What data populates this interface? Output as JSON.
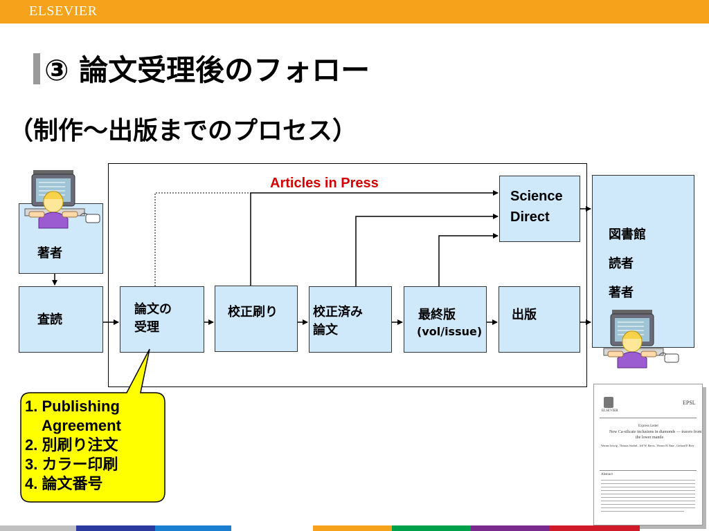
{
  "header": {
    "publisher_logo": "ELSEVIER"
  },
  "title": "③ 論文受理後のフォロー",
  "subtitle": "（制作～出版までのプロセス）",
  "diagram": {
    "author_label": "著者",
    "review_label": "査読",
    "steps": [
      {
        "line1": "論文の",
        "line2": "受理"
      },
      {
        "line1": "校正刷り",
        "line2": ""
      },
      {
        "line1": "校正済み",
        "line2": "論文"
      },
      {
        "line1": "最終版",
        "line2": "(vol/issue)"
      },
      {
        "line1": "出版",
        "line2": ""
      }
    ],
    "articles_in_press": "Articles in Press",
    "science_direct": {
      "line1": "Science",
      "line2": "Direct"
    },
    "audience": [
      "図書館",
      "読者",
      "著者"
    ]
  },
  "callout": {
    "items": [
      {
        "num": "1.",
        "text": "Publishing",
        "cont": "Agreement"
      },
      {
        "num": "2.",
        "text": "別刷り注文"
      },
      {
        "num": "3.",
        "text": "カラー印刷"
      },
      {
        "num": "4.",
        "text": "論文番号"
      }
    ]
  },
  "paper_thumbnail": {
    "journal": "EPSL",
    "publisher": "ELSEVIER",
    "type": "Express Letter",
    "title_line1": "New Ca-silicate inclusions in diamonds — tracers from",
    "title_line2": "the lower mantle",
    "authors": "Werner Joswig , Thomas Stachel , Jeff W. Harris , Werner H. Baur , Gerhard P. Brey",
    "abstract_heading": "Abstract"
  },
  "colors": {
    "top_bar": "#f7a21b",
    "box_fill": "#cfe8fa",
    "callout_fill": "#ffff00",
    "articles_in_press": "#d40000",
    "bottom_strip": [
      "#c0c0c0",
      "#2a3a9e",
      "#1a7fd0",
      "#ffffff",
      "#f7a21b",
      "#00a04a",
      "#7a2a8c",
      "#d01a2a"
    ]
  }
}
